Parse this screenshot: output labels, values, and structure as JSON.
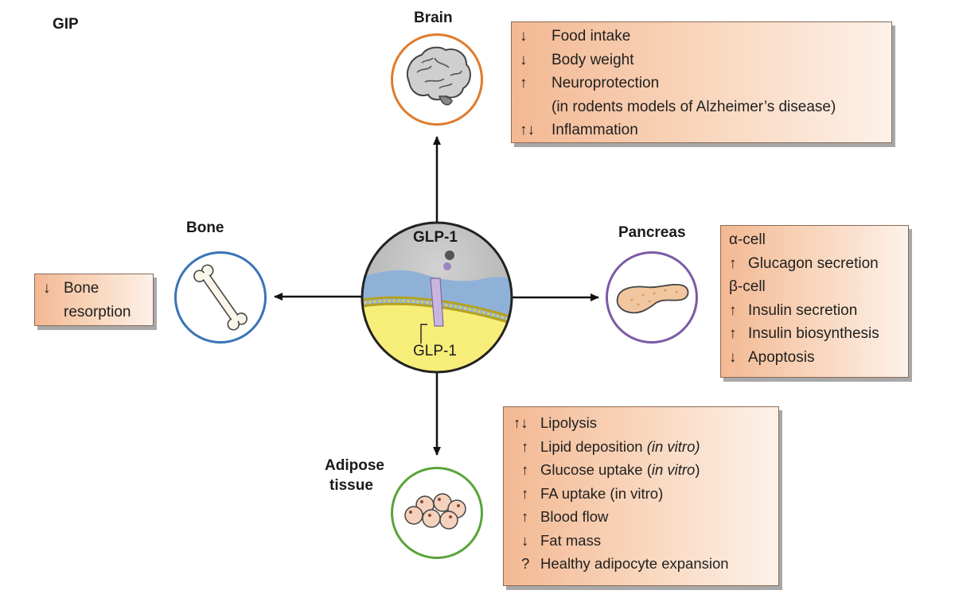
{
  "corner_label": "GIP",
  "organs": {
    "brain": {
      "title": "Brain",
      "ring_color": "#e07b2b"
    },
    "bone": {
      "title": "Bone",
      "ring_color": "#3a74b7"
    },
    "pancreas": {
      "title": "Pancreas",
      "ring_color": "#7b5aa6"
    },
    "adipose": {
      "title_line1": "Adipose",
      "title_line2": "tissue",
      "ring_color": "#5aa33a"
    }
  },
  "center": {
    "top_label": "GLP-1",
    "bottom_label": "GLP-1"
  },
  "effects": {
    "brain": [
      {
        "arrow": "↓",
        "text": "Food intake"
      },
      {
        "arrow": "↓",
        "text": "Body weight"
      },
      {
        "arrow": "↑",
        "text": "Neuroprotection"
      },
      {
        "arrow": "",
        "text": "(in rodents models of Alzheimer’s disease)"
      },
      {
        "arrow": "↑↓",
        "text": "Inflammation"
      }
    ],
    "bone": [
      {
        "arrow": "↓",
        "text": "Bone"
      },
      {
        "arrow": "",
        "text": "resorption"
      }
    ],
    "pancreas": [
      {
        "arrow": "",
        "text": "α-cell"
      },
      {
        "arrow": "↑",
        "text": "Glucagon secretion"
      },
      {
        "arrow": "",
        "text": "β-cell"
      },
      {
        "arrow": "↑",
        "text": "Insulin secretion"
      },
      {
        "arrow": "↑",
        "text": "Insulin biosynthesis"
      },
      {
        "arrow": "↓",
        "text": "Apoptosis"
      }
    ],
    "adipose": [
      {
        "arrow": "↑↓",
        "text": "Lipolysis",
        "italic": ""
      },
      {
        "arrow": "↑",
        "text": "Lipid deposition ",
        "italic": "(in vitro)"
      },
      {
        "arrow": "↑",
        "text": "Glucose uptake (",
        "italic": "in vitro",
        "after": ")"
      },
      {
        "arrow": "↑",
        "text": "FA uptake (in vitro)",
        "italic": ""
      },
      {
        "arrow": "↑",
        "text": "Blood flow",
        "italic": ""
      },
      {
        "arrow": "↓",
        "text": "Fat mass",
        "italic": ""
      },
      {
        "arrow": "?",
        "text": "Healthy adipocyte expansion",
        "italic": ""
      }
    ]
  },
  "colors": {
    "box_gradient_start": "#f3b893",
    "box_gradient_end": "#fdf1e8",
    "membrane_blue": "#8fb1d8",
    "cytoplasm_yellow": "#f7ee7a",
    "receptor_purple": "#c9b6e0",
    "arrow": "#111111"
  }
}
